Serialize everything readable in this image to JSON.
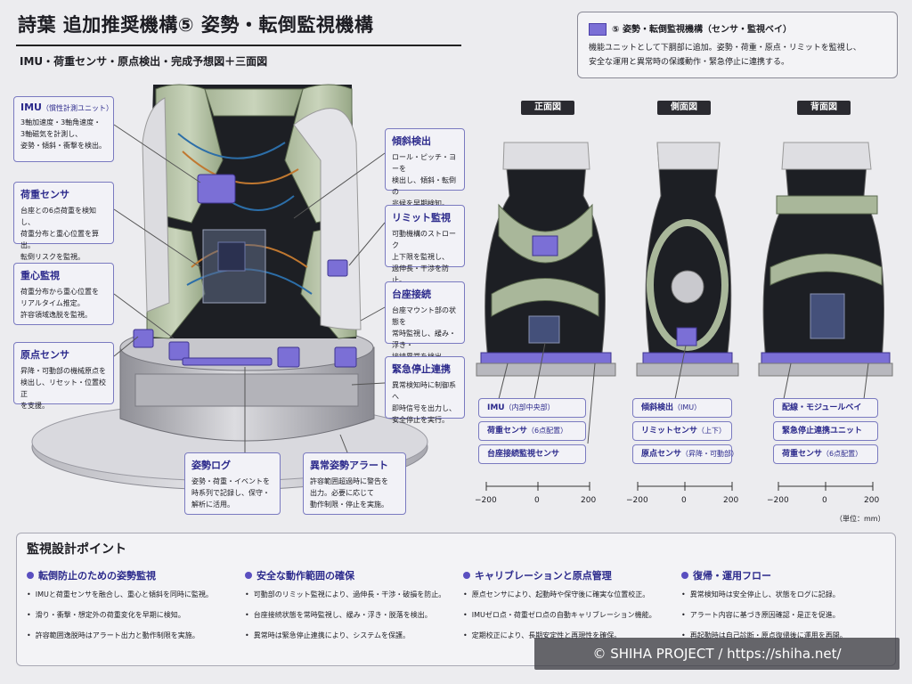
{
  "header": {
    "title": "詩葉 追加推奨機構⑤ 姿勢・転倒監視機構",
    "subtitle": "IMU・荷重センサ・原点検出・完成予想図＋三面図"
  },
  "legend": {
    "title": "⑤ 姿勢・転倒監視機構（センサ・監視ベイ）",
    "line1": "機能ユニットとして下胴部に追加。姿勢・荷重・原点・リミットを監視し、",
    "line2": "安全な運用と異常時の保護動作・緊急停止に連携する。",
    "swatch_color": "#7b6fd6"
  },
  "callouts": {
    "imu": {
      "title": "IMU",
      "title_note": "（慣性計測ユニット）",
      "d1": "3軸加速度・3軸角速度・",
      "d2": "3軸磁気を計測し、",
      "d3": "姿勢・傾斜・衝撃を検出。"
    },
    "load": {
      "title": "荷重センサ",
      "d1": "台座との6点荷重を検知し、",
      "d2": "荷重分布と重心位置を算出。",
      "d3": "転倒リスクを監視。"
    },
    "cog": {
      "title": "重心監視",
      "d1": "荷重分布から重心位置を",
      "d2": "リアルタイム推定。",
      "d3": "許容領域逸脱を監視。"
    },
    "origin": {
      "title": "原点センサ",
      "d1": "昇降・可動部の機械原点を",
      "d2": "検出し、リセット・位置校正",
      "d3": "を支援。"
    },
    "tilt": {
      "title": "傾斜検出",
      "d1": "ロール・ピッチ・ヨーを",
      "d2": "検出し、傾斜・転倒の",
      "d3": "兆候を早期検知。"
    },
    "limit": {
      "title": "リミット監視",
      "d1": "可動機構のストローク",
      "d2": "上下限を監視し、",
      "d3": "過伸長・干渉を防止。"
    },
    "mount": {
      "title": "台座接続",
      "d1": "台座マウント部の状態を",
      "d2": "常時監視し、緩み・浮き・",
      "d3": "接続異常を検出。"
    },
    "estop": {
      "title": "緊急停止連携",
      "d1": "異常検知時に制御系へ",
      "d2": "即時信号を出力し、",
      "d3": "安全停止を実行。"
    },
    "log": {
      "title": "姿勢ログ",
      "d1": "姿勢・荷重・イベントを",
      "d2": "時系列で記録し、保守・",
      "d3": "解析に活用。"
    },
    "alert": {
      "title": "異常姿勢アラート",
      "d1": "許容範囲超過時に警告を",
      "d2": "出力。必要に応じて",
      "d3": "動作制限・停止を実施。"
    }
  },
  "views": {
    "front": {
      "tag": "正面図",
      "l1": "IMU",
      "l1_note": "（内部中央部）",
      "l2": "荷重センサ",
      "l2_note": "（6点配置）",
      "l3": "台座接続監視センサ"
    },
    "side": {
      "tag": "側面図",
      "l1": "傾斜検出",
      "l1_note": "（IMU）",
      "l2": "リミットセンサ",
      "l2_note": "（上下）",
      "l3": "原点センサ",
      "l3_note": "（昇降・可動部）"
    },
    "back": {
      "tag": "背面図",
      "l1": "配線・モジュールベイ",
      "l2": "緊急停止連携ユニット",
      "l3": "荷重センサ",
      "l3_note": "（6点配置）"
    },
    "scale": {
      "min": "−200",
      "mid": "0",
      "max": "200",
      "unit": "（単位：mm）"
    }
  },
  "points": {
    "title": "監視設計ポイント",
    "cols": [
      {
        "heading": "転倒防止のための姿勢監視",
        "items": [
          "IMUと荷重センサを融合し、重心と傾斜を同時に監視。",
          "滑り・衝撃・想定外の荷重変化を早期に検知。",
          "許容範囲逸脱時はアラート出力と動作制限を実施。"
        ]
      },
      {
        "heading": "安全な動作範囲の確保",
        "items": [
          "可動部のリミット監視により、過伸長・干渉・破損を防止。",
          "台座接続状態を常時監視し、緩み・浮き・脱落を検出。",
          "異常時は緊急停止連携により、システムを保護。"
        ]
      },
      {
        "heading": "キャリブレーションと原点管理",
        "items": [
          "原点センサにより、起動時や保守後に確実な位置校正。",
          "IMUゼロ点・荷重ゼロ点の自動キャリブレーション機能。",
          "定期校正により、長期安定性と再現性を確保。"
        ]
      },
      {
        "heading": "復帰・運用フロー",
        "items": [
          "異常検知時は安全停止し、状態をログに記録。",
          "アラート内容に基づき原因確認・是正を促進。",
          "再起動時は自己診断・原点復帰後に運用を再開。"
        ]
      }
    ]
  },
  "copyright": "© SHIHA PROJECT / https://shiha.net/"
}
